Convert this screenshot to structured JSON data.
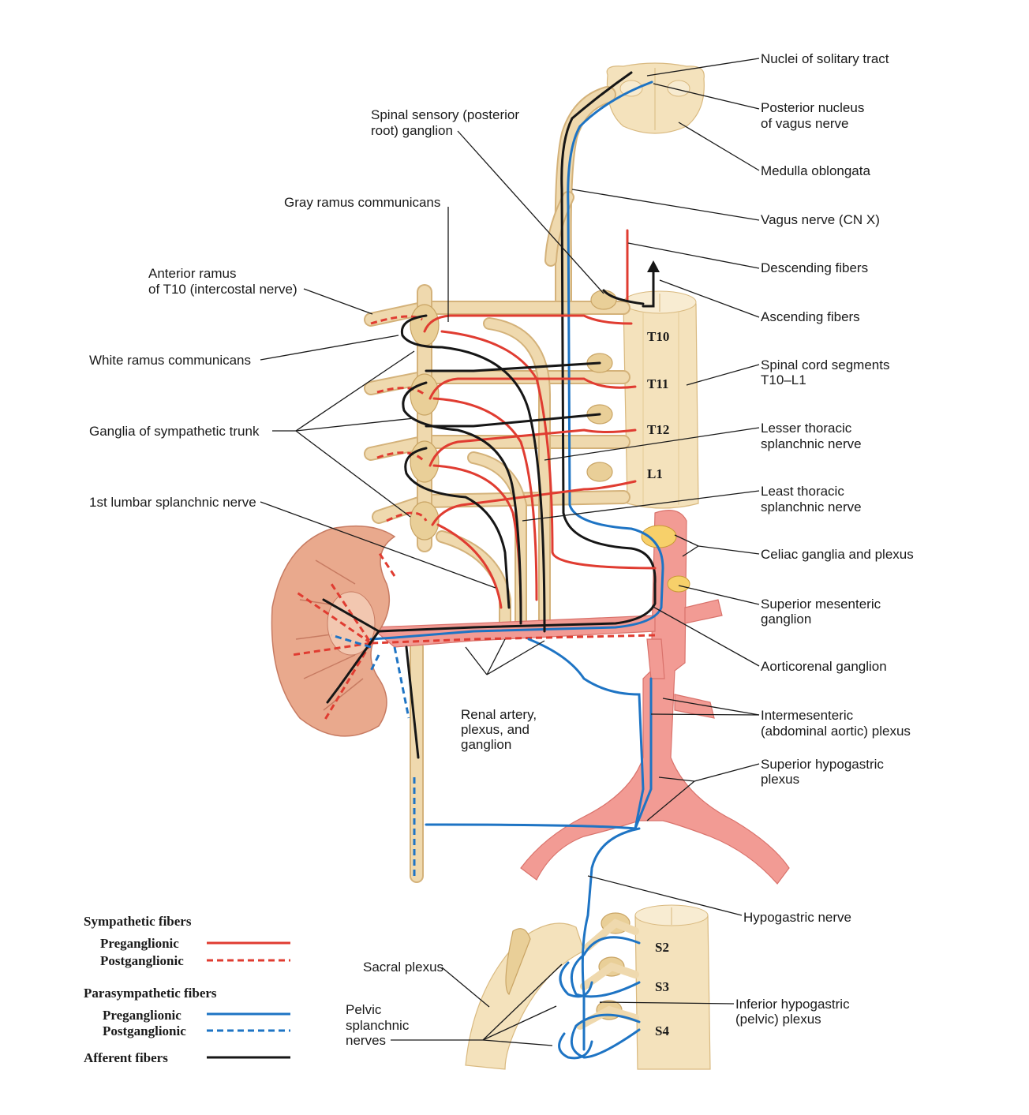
{
  "labels": {
    "nuclei_solitary": "Nuclei of solitary tract",
    "posterior_nucleus_1": "Posterior nucleus",
    "posterior_nucleus_2": "of vagus nerve",
    "medulla": "Medulla oblongata",
    "vagus": "Vagus nerve (CN X)",
    "descending": "Descending fibers",
    "ascending": "Ascending fibers",
    "spinal_segments_1": "Spinal cord segments",
    "spinal_segments_2": "T10–L1",
    "lesser_splanchnic_1": "Lesser thoracic",
    "lesser_splanchnic_2": "splanchnic nerve",
    "least_splanchnic_1": "Least thoracic",
    "least_splanchnic_2": "splanchnic nerve",
    "celiac": "Celiac ganglia and plexus",
    "sup_mesenteric_1": "Superior mesenteric",
    "sup_mesenteric_2": "ganglion",
    "aorticorenal": "Aorticorenal ganglion",
    "intermesenteric_1": "Intermesenteric",
    "intermesenteric_2": "(abdominal aortic) plexus",
    "sup_hypogastric_1": "Superior hypogastric",
    "sup_hypogastric_2": "plexus",
    "hypogastric_nerve": "Hypogastric nerve",
    "inf_hypogastric_1": "Inferior hypogastric",
    "inf_hypogastric_2": "(pelvic) plexus",
    "spinal_sensory_1": "Spinal sensory (posterior",
    "spinal_sensory_2": "root) ganglion",
    "gray_ramus": "Gray ramus communicans",
    "anterior_ramus_1": "Anterior ramus",
    "anterior_ramus_2": "of T10 (intercostal nerve)",
    "white_ramus": "White ramus communicans",
    "ganglia_trunk": "Ganglia of sympathetic trunk",
    "lumbar_splanchnic": "1st lumbar splanchnic nerve",
    "renal_1": "Renal artery,",
    "renal_2": "plexus, and",
    "renal_3": "ganglion",
    "sacral_plexus": "Sacral plexus",
    "pelvic_1": "Pelvic",
    "pelvic_2": "splanchnic",
    "pelvic_3": "nerves"
  },
  "segments": {
    "t10": "T10",
    "t11": "T11",
    "t12": "T12",
    "l1": "L1",
    "s2": "S2",
    "s3": "S3",
    "s4": "S4"
  },
  "legend": {
    "sympathetic_title": "Sympathetic fibers",
    "symp_pre": "Preganglionic",
    "symp_post": "Postganglionic",
    "parasympathetic_title": "Parasympathetic fibers",
    "para_pre": "Preganglionic",
    "para_post": "Postganglionic",
    "afferent": "Afferent fibers"
  },
  "colors": {
    "sympathetic": "#e03c31",
    "parasympathetic": "#1e74c4",
    "afferent": "#161616"
  }
}
